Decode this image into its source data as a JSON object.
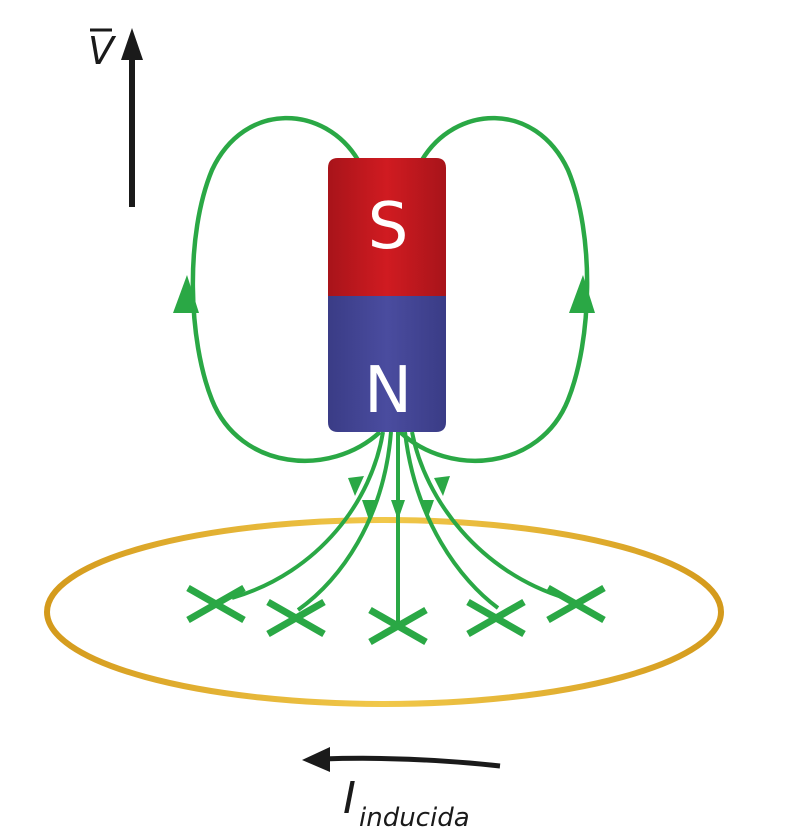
{
  "velocity_label": "V",
  "magnet": {
    "south_pole_label": "S",
    "north_pole_label": "N"
  },
  "current_label": {
    "main": "I",
    "subscript": "inducida"
  },
  "colors": {
    "south_pole": "#c8161c",
    "north_pole": "#46489b",
    "field_lines": "#2aa845",
    "loop": "#e8b324",
    "arrows": "#1a1a1a"
  }
}
